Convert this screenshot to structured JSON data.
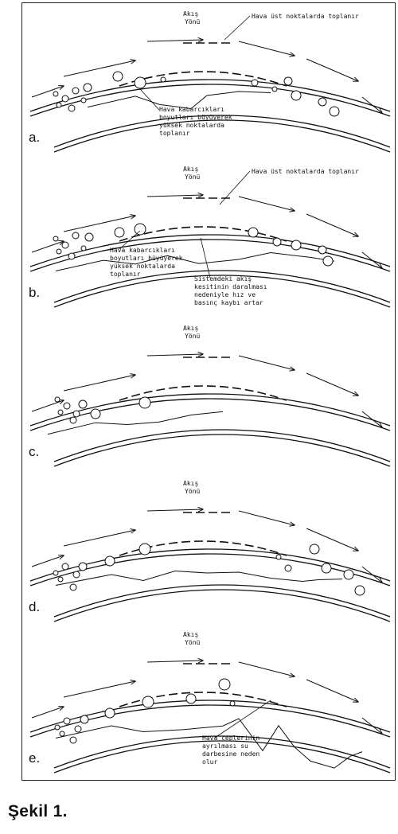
{
  "caption": "Şekil 1.",
  "flow_label": [
    "Akış",
    "Yönü"
  ],
  "panels": [
    {
      "letter": "a.",
      "annotations": [
        {
          "lines": [
            "Hava üst noktalarda toplanır"
          ]
        },
        {
          "lines": [
            "Hava kabarcıkları",
            "boyutları büyüyerek",
            "yüksek noktalarda",
            "toplanır"
          ]
        }
      ]
    },
    {
      "letter": "b.",
      "annotations": [
        {
          "lines": [
            "Hava üst noktalarda toplanır"
          ]
        },
        {
          "lines": [
            "Hava kabarcıkları",
            "boyutları büyüyerek",
            "yüksek noktalarda",
            "toplanır"
          ]
        },
        {
          "lines": [
            "Sistemdeki akış",
            "kesitinin daralması",
            "nedeniyle hız ve",
            "basınç kaybı artar"
          ]
        }
      ]
    },
    {
      "letter": "c.",
      "annotations": []
    },
    {
      "letter": "d.",
      "annotations": []
    },
    {
      "letter": "e.",
      "annotations": [
        {
          "lines": [
            "Hava ceplerinin",
            "ayrılması su",
            "darbesine neden",
            "olur"
          ]
        }
      ]
    }
  ]
}
